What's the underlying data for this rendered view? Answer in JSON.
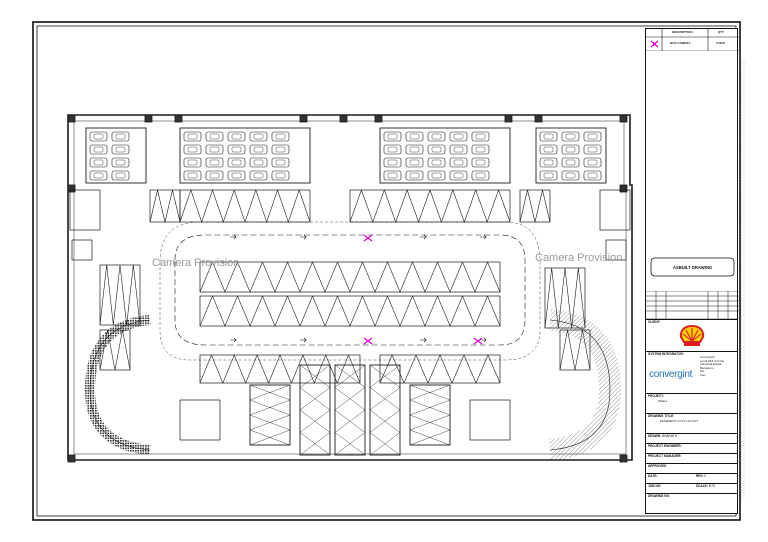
{
  "drawing": {
    "camera_label_left": "Camera Provision",
    "camera_label_right": "Camera Provision"
  },
  "title_block": {
    "legend": [
      {
        "symbol": "",
        "desc": "DESCRIPTION",
        "qty": "QTY"
      },
      {
        "symbol": "",
        "desc": "BOX CAMERA",
        "qty": "2 NOS"
      }
    ],
    "drawing_status": "ASBUILT DRAWING",
    "client_label": "CLIENT:",
    "system_integrator_label": "SYSTEM INTEGRATOR:",
    "integrator_name": "convergint",
    "integrator_address": [
      "Convergint",
      "Level 2&3 Unit No",
      "Industrial Estate",
      "Bengaluru",
      "Tel:",
      "Fax:"
    ],
    "project_label": "PROJECT:",
    "project_value": "SHELL ",
    "drawing_title_label": "DRAWING TITLE:",
    "drawing_title_value": "BASEMENT CCTV LAYOUT",
    "drawn_label": "DRAWN:",
    "drawn_value": "BHARATH",
    "engineer_label": "PROJECT ENGINEER:",
    "engineer_value": "",
    "manager_label": "PROJECT MANAGER:",
    "manager_value": "",
    "approved_label": "APPROVED:",
    "date_label": "DATE:",
    "date_value": "",
    "rev_label": "REV:",
    "rev_value": "0",
    "job_label": "JOB NO:",
    "scale_label": "SCALE:",
    "scale_value": "NTS",
    "drawing_no_label": "DRAWING NO:"
  },
  "colors": {
    "line": "#1a1a1a",
    "hatch": "#555555",
    "camera": "#e000c8",
    "shell_red": "#dd1d21",
    "shell_yellow": "#fbce07",
    "convergint_blue": "#1f6fb5"
  }
}
